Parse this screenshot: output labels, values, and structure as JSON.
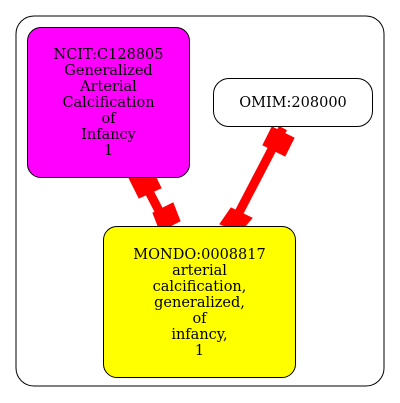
{
  "nodes": {
    "ncit": {
      "label": "NCIT:C128805\nGeneralized\nArterial\nCalcification\nof\nInfancy\n1",
      "fill": "#ff00ff"
    },
    "omim": {
      "label": "OMIM:208000",
      "fill": "#ffffff"
    },
    "mondo": {
      "label": "MONDO:0008817\narterial\ncalcification,\ngeneralized,\nof\ninfancy,\n1",
      "fill": "#ffff00"
    }
  },
  "edges": [
    {
      "from": "ncit",
      "to": "mondo",
      "color": "#ff0000",
      "style": "double-arrow"
    },
    {
      "from": "omim",
      "to": "mondo",
      "color": "#ff0000",
      "style": "double-arrow"
    }
  ],
  "colors": {
    "frame": "#000000",
    "edge": "#ff0000"
  }
}
